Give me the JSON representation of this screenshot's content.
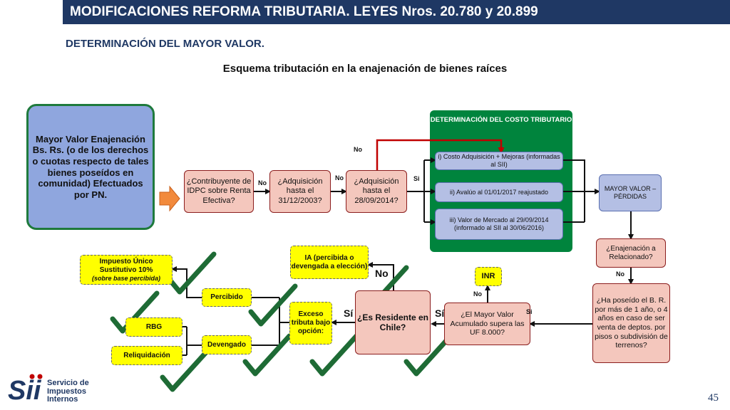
{
  "header": {
    "title": "MODIFICACIONES REFORMA TRIBUTARIA. LEYES Nros. 20.780 y 20.899",
    "subtitle": "DETERMINACIÓN DEL MAYOR VALOR.",
    "heading": "Esquema tributación en la enajenación de bienes raíces"
  },
  "nodes": {
    "main": "Mayor Valor Enajenación Bs. Rs. (o de los derechos o cuotas respecto de tales bienes poseídos en comunidad) Efectuados por PN.",
    "contribuyente": "¿Contribuyente de IDPC sobre Renta Efectiva?",
    "adq_2003": "¿Adquisición hasta el 31/12/2003?",
    "adq_2014": "¿Adquisición hasta el 28/09/2014?",
    "panel_title": "DETERMINACIÓN DEL COSTO TRIBUTARIO",
    "costo_i": "i) Costo Adquisición + Mejoras (informadas al SII)",
    "costo_ii": "ii) Avalúo al 01/01/2017 reajustado",
    "costo_iii": "iii) Valor de Mercado al 29/09/2014 (informado al SII al 30/06/2016)",
    "mayor_valor": "MAYOR VALOR – PÉRDIDAS",
    "relacionado": "¿Enajenación a Relacionado?",
    "poseido": "¿Ha poseído el B. R. por más de 1 año, o 4 años en caso de ser venta de deptos. por pisos o subdivisión de terrenos?",
    "uf": "¿El Mayor Valor Acumulado supera las UF 8.000?",
    "inr": "INR",
    "residente": "¿Es Residente en Chile?",
    "ia": "IA (percibida o devengada a elección)",
    "exceso": "Exceso tributa bajo opción:",
    "percibido": "Percibido",
    "devengado": "Devengado",
    "impuesto_unico": "Impuesto Único Sustitutivo 10%",
    "impuesto_unico_sub": "(sobre base percibida)",
    "rbg": "RBG",
    "reliquidacion": "Reliquidación"
  },
  "labels": {
    "no_1": "No",
    "no_2": "No",
    "no_top": "No",
    "si_1": "Si",
    "no_rel": "No",
    "si_uf": "Si",
    "no_uf": "No",
    "si_res_right": "Sí",
    "si_res_left": "Sí",
    "no_res": "No"
  },
  "logo": {
    "mark": "Sii",
    "line1": "Servicio de",
    "line2": "Impuestos",
    "line3": "Internos"
  },
  "page_number": "45",
  "colors": {
    "title_bar": "#1f3864",
    "green_panel": "#00843d",
    "main_box": "#8fa6de",
    "pink_node": "#f4c7bd",
    "blue_node": "#b4bfe4",
    "yellow_node": "#ffff00",
    "check": "#1e6b35",
    "arrow_red": "#c00000",
    "arrow_orange": "#f28a3c"
  }
}
